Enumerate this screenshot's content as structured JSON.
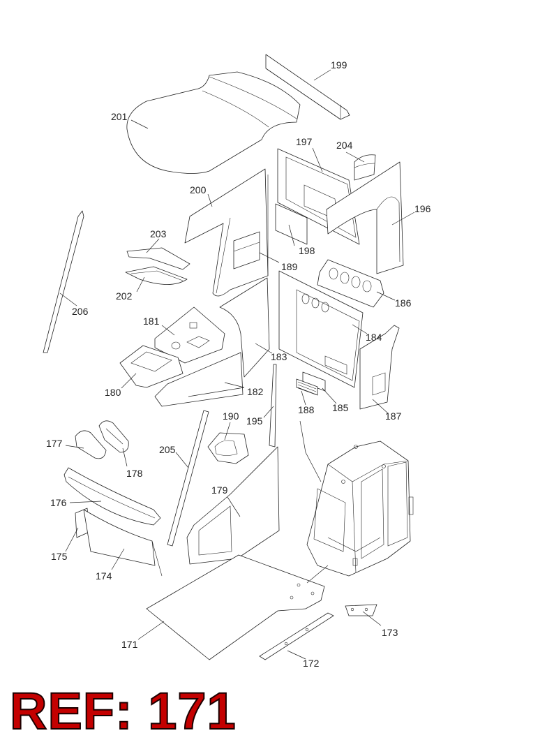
{
  "ref_label": "REF: 171",
  "colors": {
    "ref_text": "#c40000",
    "line": "#222222",
    "background": "#ffffff"
  },
  "callouts": {
    "p171": "171",
    "p172": "172",
    "p173": "173",
    "p174": "174",
    "p175": "175",
    "p176": "176",
    "p177": "177",
    "p178": "178",
    "p179": "179",
    "p180": "180",
    "p181": "181",
    "p182": "182",
    "p183": "183",
    "p184": "184",
    "p185": "185",
    "p186": "186",
    "p187": "187",
    "p188": "188",
    "p189": "189",
    "p190": "190",
    "p195": "195",
    "p196": "196",
    "p197": "197",
    "p198": "198",
    "p199": "199",
    "p200": "200",
    "p201": "201",
    "p202": "202",
    "p203": "203",
    "p204": "204",
    "p205": "205",
    "p206": "206"
  }
}
